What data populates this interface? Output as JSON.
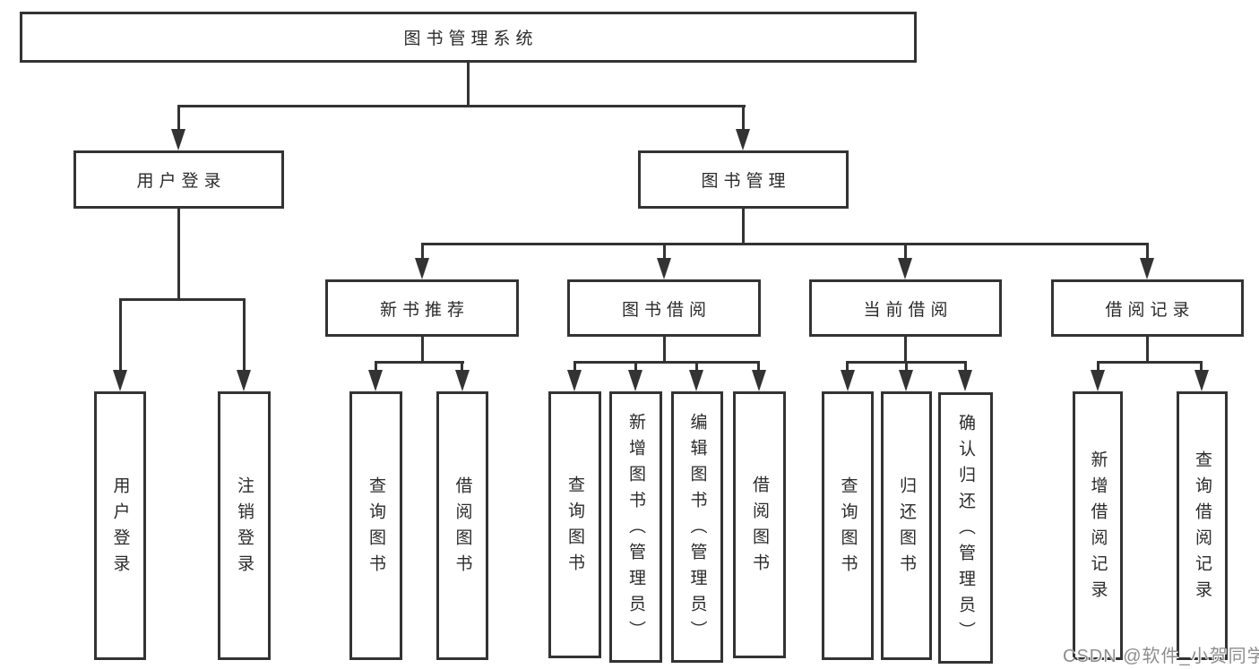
{
  "tree": {
    "label": "图书管理系统",
    "children": [
      {
        "label": "用户登录",
        "children": [
          {
            "label": "用户登录"
          },
          {
            "label": "注销登录"
          }
        ]
      },
      {
        "label": "图书管理",
        "children": [
          {
            "label": "新书推荐",
            "children": [
              {
                "label": "查询图书"
              },
              {
                "label": "借阅图书"
              }
            ]
          },
          {
            "label": "图书借阅",
            "children": [
              {
                "label": "查询图书"
              },
              {
                "label": "新增图书（管理员）"
              },
              {
                "label": "编辑图书（管理员）"
              },
              {
                "label": "借阅图书"
              }
            ]
          },
          {
            "label": "当前借阅",
            "children": [
              {
                "label": "查询图书"
              },
              {
                "label": "归还图书"
              },
              {
                "label": "确认归还（管理员）"
              }
            ]
          },
          {
            "label": "借阅记录",
            "children": [
              {
                "label": "新增借阅记录"
              },
              {
                "label": "查询借阅记录"
              }
            ]
          }
        ]
      }
    ]
  },
  "watermark": {
    "text": "CSDN @软件_小贺同学"
  },
  "colors": {
    "line": "#333333",
    "text": "#2b2b2b",
    "watermark": "#8d8d8d",
    "background": "#ffffff"
  }
}
